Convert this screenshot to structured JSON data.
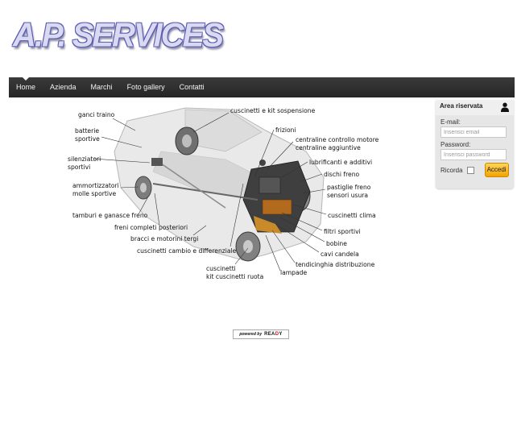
{
  "site": {
    "logo_text": "A.P. SERVICES"
  },
  "nav": {
    "items": [
      {
        "label": "Home",
        "active": true
      },
      {
        "label": "Azienda"
      },
      {
        "label": "Marchi"
      },
      {
        "label": "Foto gallery"
      },
      {
        "label": "Contatti"
      }
    ]
  },
  "login": {
    "title": "Area riservata",
    "email_label": "E-mail:",
    "email_placeholder": "Inserisci email",
    "password_label": "Password:",
    "password_placeholder": "Inserisci password",
    "remember_label": "Ricorda",
    "submit_label": "Accedi",
    "accent_color": "#f3a300"
  },
  "diagram": {
    "labels": {
      "ganci_traino": "ganci traino",
      "batterie_1": "batterie",
      "batterie_2": "sportive",
      "silenziatori_1": "silenziatori",
      "silenziatori_2": "sportivi",
      "ammortizzatori_1": "ammortizzatori",
      "ammortizzatori_2": "molle sportive",
      "tamburi": "tamburi e ganasce freno",
      "freni_posteriori": "freni completi posteriori",
      "bracci": "bracci e motorini tergi",
      "cuscinetti_cambio": "cuscinetti cambio e differenziale",
      "cuscinetti_kit_1": "cuscinetti",
      "cuscinetti_kit_2": "kit cuscinetti ruota",
      "sospensione": "cuscinetti e kit sospensione",
      "frizioni": "frizioni",
      "centraline_1": "centraline controllo motore",
      "centraline_2": "centraline aggiuntive",
      "lubrificanti": "lubrificanti e additivi",
      "dischi": "dischi freno",
      "pastiglie_1": "pastiglie freno",
      "pastiglie_2": "sensori usura",
      "clima": "cuscinetti clima",
      "filtri": "filtri sportivi",
      "bobine": "bobine",
      "cavi": "cavi candela",
      "tendicinghia": "tendicinghia distribuzione",
      "lampade": "lampade"
    }
  },
  "footer": {
    "powered_by": "powered by",
    "brand_prefix": "REA",
    "brand_highlight": "D",
    "brand_suffix": "Y"
  }
}
